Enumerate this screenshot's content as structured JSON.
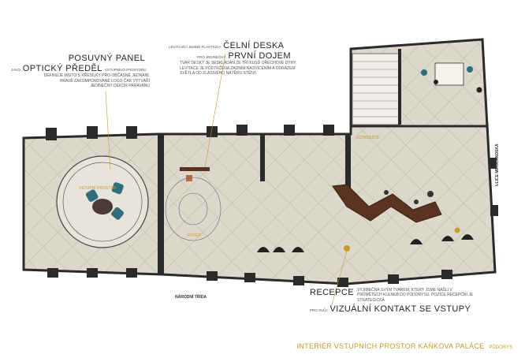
{
  "annotations": {
    "posuvny": {
      "title": "POSUVNÝ PANEL",
      "prefix": "JAKO",
      "highlight": "OPTICKÝ PŘEDĚL",
      "inline": "VSTUPNÍHO PROSTORU",
      "lines": [
        "DEFINUJE MÍSTO S KŘESÍLKY PRO OBČASNÉ JEDNÁNÍ.",
        "HRAVĚ ZAKOMPONOVANÉ LOGO ČAK VYTVÁŘÍ",
        "JEDINEČNÝ DEKOR PARAVÁNU"
      ]
    },
    "celni": {
      "prefix": "LEVITUJÍCÍ JEMNĚ PLASTICKÁ",
      "title": "ČELNÍ DESKA",
      "prefix2": "PRO JEDINEČNÝ",
      "highlight": "PRVNÍ DOJEM",
      "lines": [
        "TVAR DESKY JE SESKLÁDÁN ZE TŘÍ KUSŮ OŘECHOVÉ DÝHY.",
        "LEVITACE JE PODTRŽENA ZADNÍM NASVÍCENÍM A ODRAZEM",
        "SVĚTLA OD ZLASIVÉHO NÁTĚRU STĚNY."
      ]
    },
    "recepce": {
      "title": "RECEPCE",
      "lines": [
        "VÝJIMEČNÁ SVÝM TVAREM, KTERÝ JSME NAŠLI V",
        "PRŮMĚTECH KLENEB DO PŮDORYSU. POZICE RECEPČNÍ JE STRATEGICKÁ"
      ],
      "prefix": "PRO SVŮJ",
      "highlight": "VIZUÁLNÍ KONTAKT SE VSTUPY"
    }
  },
  "labels": {
    "street_bottom": "NÁRODNÍ TŘÍDA",
    "street_right": "ULICE MIKULANDSKÁ",
    "room_left": "VSTUPNÍ PROSTOR",
    "room_center": "FOYER",
    "room_stair": "SCHODIŠTĚ"
  },
  "footer": {
    "title": "INTERIÉR VSTUPNÍCH PROSTOR KAŇKOVA PALÁCE",
    "subtitle": "PŮDORYS"
  },
  "colors": {
    "floor": "#ddd8cc",
    "wall": "#2a2a2a",
    "walnut": "#5a3420",
    "teal": "#2f6e7c",
    "gold": "#c79a2a"
  }
}
